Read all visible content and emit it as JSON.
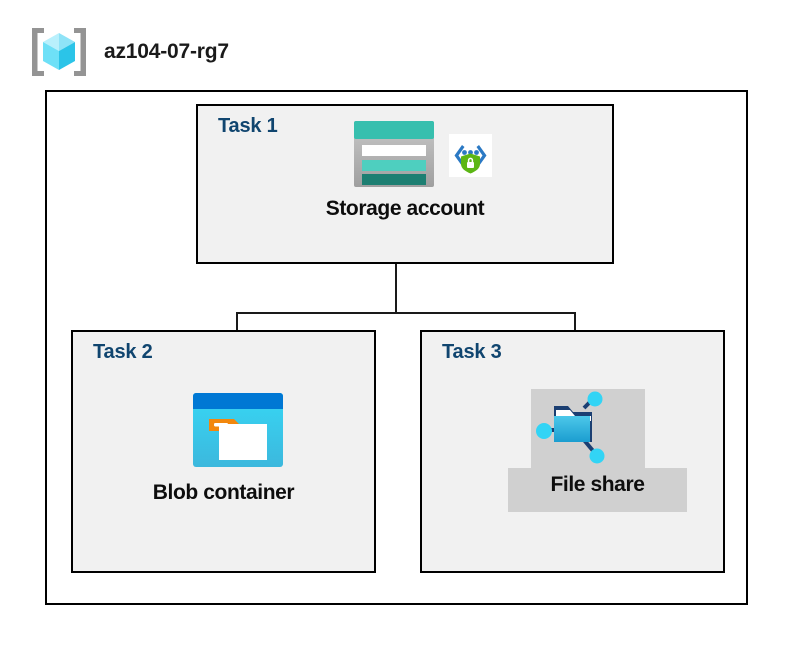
{
  "header": {
    "icon": "resource-group-cube-icon",
    "title": "az104-07-rg7"
  },
  "container": {
    "name": "resource-group-container"
  },
  "tasks": [
    {
      "id": "task-1",
      "label": "Task 1",
      "node_caption": "Storage account",
      "icons": [
        "storage-account-icon",
        "secure-endpoint-shield-icon"
      ],
      "highlighted": false
    },
    {
      "id": "task-2",
      "label": "Task 2",
      "node_caption": "Blob container",
      "icons": [
        "blob-container-icon"
      ],
      "highlighted": false
    },
    {
      "id": "task-3",
      "label": "Task 3",
      "node_caption": "File share",
      "icons": [
        "file-share-icon"
      ],
      "highlighted": true
    }
  ],
  "connectors": [
    {
      "name": "storage-to-bus-trunk",
      "from": "Storage account",
      "to": "branch-bus"
    },
    {
      "name": "bus-to-blob-container",
      "from": "branch-bus",
      "to": "Blob container"
    },
    {
      "name": "bus-to-file-share",
      "from": "branch-bus",
      "to": "File share"
    }
  ],
  "colors": {
    "task_label": "#10456f",
    "caption": "#0d0d0d",
    "box_fill": "#f1f1f1",
    "box_border": "#000000",
    "highlight": "#d0d0d0",
    "storage_teal": "#37bfae",
    "storage_teal_dark": "#1d7f72",
    "blob_blue": "#0078d4",
    "blob_cyan": "#32d4f5",
    "blob_tag_orange": "#f2870d",
    "shield_green": "#5cb615",
    "node_cyan": "#32d4f5",
    "rg_cube_cyan": "#9cecfb",
    "rg_bracket_gray": "#949494"
  }
}
